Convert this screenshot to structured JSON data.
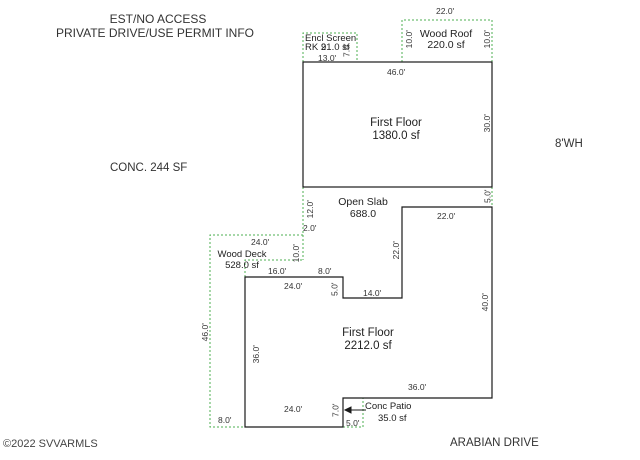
{
  "header": {
    "line1": "EST/NO ACCESS",
    "line2": "PRIVATE DRIVE/USE PERMIT INFO"
  },
  "annotations": {
    "conc_left": "CONC. 244 SF",
    "height_right": "8'WH",
    "street": "ARABIAN DRIVE",
    "copyright": "©2022 SVVARMLS"
  },
  "rooms": {
    "encl_screen": {
      "name": "Encl Screen",
      "sub": "RK 2",
      "area": "91.0 sf"
    },
    "wood_roof": {
      "name": "Wood Roof",
      "area": "220.0 sf"
    },
    "first_floor_upper": {
      "name": "First Floor",
      "area": "1380.0 sf"
    },
    "open_slab": {
      "name": "Open Slab",
      "area": "688.0"
    },
    "wood_deck": {
      "name": "Wood Deck",
      "area": "528.0 sf"
    },
    "first_floor_lower": {
      "name": "First Floor",
      "area": "2212.0 sf"
    },
    "conc_patio": {
      "name": "Conc Patio",
      "area": "35.0 sf"
    }
  },
  "dimensions": {
    "d_22_top": "22.0'",
    "d_10_wr_left": "10.0'",
    "d_10_wr_right": "10.0'",
    "d_7_es": "7.0'",
    "d_13": "13.0'",
    "d_46_top": "46.0'",
    "d_30": "30.0'",
    "d_5_right": "5.0'",
    "d_12": "12.0'",
    "d_2": "2.0'",
    "d_22_mid": "22.0'",
    "d_22_vert": "22.0'",
    "d_24_deck": "24.0'",
    "d_10_deck": "10.0'",
    "d_16": "16.0'",
    "d_8_top": "8.0'",
    "d_24_lower_top": "24.0'",
    "d_5_step": "5.0'",
    "d_14": "14.0'",
    "d_40": "40.0'",
    "d_46_left": "46.0'",
    "d_36_vert": "36.0'",
    "d_36_horiz": "36.0'",
    "d_24_bottom": "24.0'",
    "d_7_patio": "7.0'",
    "d_8_bottom": "8.0'",
    "d_5_bottom": "5.0'"
  },
  "colors": {
    "wall": "#1a1a1a",
    "dashed": "#4caf50"
  }
}
